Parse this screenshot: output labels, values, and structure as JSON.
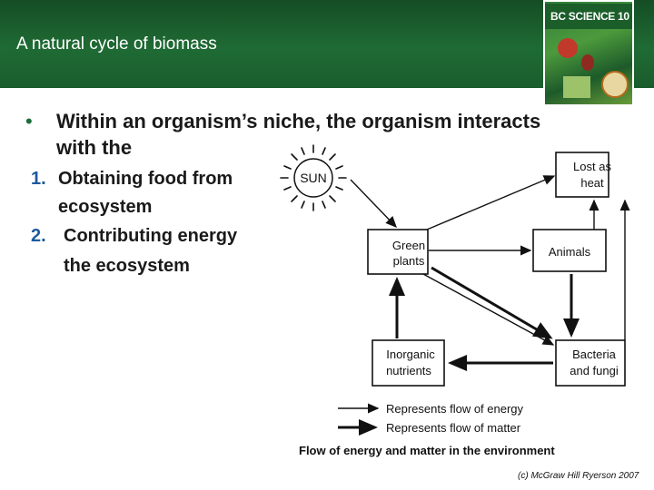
{
  "slide": {
    "title": "A natural cycle of biomass",
    "bullet": "Within an organism’s niche, the organism interacts with the",
    "items": [
      {
        "num": "1.",
        "line1": "Obtaining food from",
        "line2": "ecosystem"
      },
      {
        "num": "2.",
        "line1": "Contributing energy",
        "line2": "the ecosystem"
      }
    ],
    "copyright": "(c) McGraw Hill Ryerson 2007"
  },
  "book": {
    "title": "BC SCIENCE 10"
  },
  "diagram": {
    "sun": "SUN",
    "green_plants": [
      "Green",
      "plants"
    ],
    "animals": "Animals",
    "lost_as_heat": [
      "Lost as",
      "heat"
    ],
    "inorganic_nutrients": [
      "Inorganic",
      "nutrients"
    ],
    "bacteria_fungi": [
      "Bacteria",
      "and fungi"
    ],
    "legend_energy": "Represents flow of energy",
    "legend_matter": "Represents flow of matter",
    "caption": "Flow of energy and matter in the environment"
  }
}
